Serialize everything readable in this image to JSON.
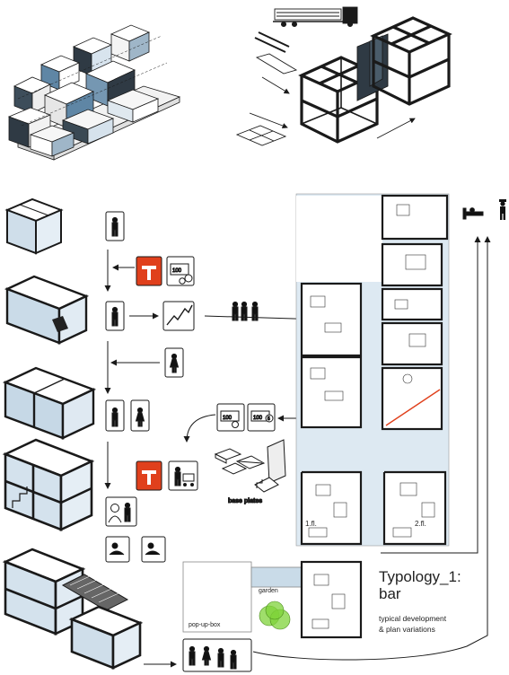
{
  "labels": {
    "base_plates": "base plates",
    "floor_1": "1.fl.",
    "floor_2": "2.fl.",
    "garden": "garden",
    "pop_up_box": "pop-up-box",
    "title_line1": "Typology_1:",
    "title_line2": "bar",
    "subtitle_line1": "typical development",
    "subtitle_line2": "& plan variations"
  },
  "price_tags": {
    "tag_small": "100",
    "tag_a": "100",
    "tag_b": "100",
    "coin": "5"
  },
  "colors": {
    "line": "#1a1a1a",
    "glass": "#bcd3e6",
    "glass_dark": "#5f86a5",
    "panel_dark": "#2f3a44",
    "accent_red": "#e0401c",
    "plan_bg": "#dde9f2",
    "green": "#7fd33a"
  }
}
